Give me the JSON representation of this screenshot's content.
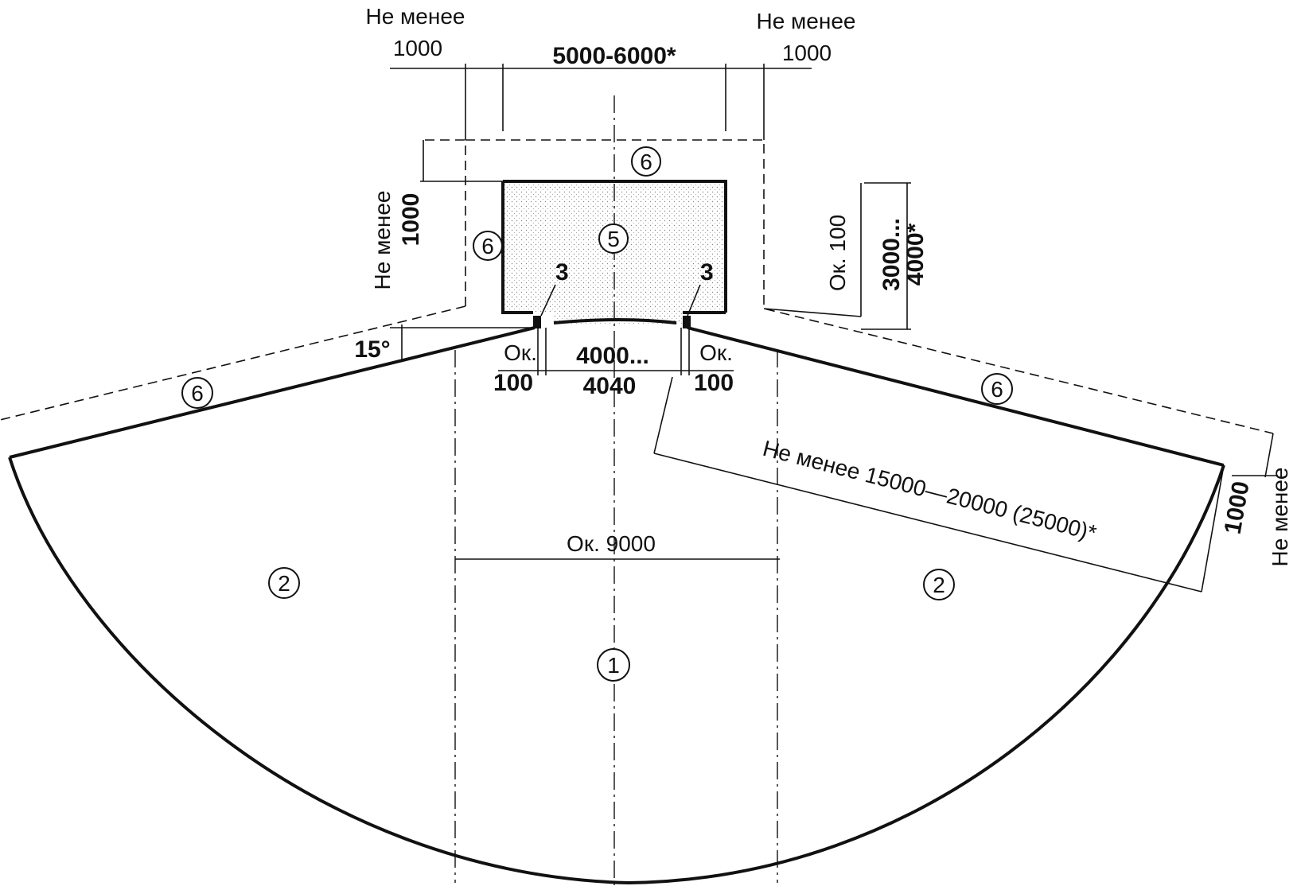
{
  "zones": {
    "throw_lane": "1",
    "sector_left": "2",
    "sector_right": "2",
    "stand_left": "3",
    "stand_right": "3",
    "runway": "5",
    "margin_top": "6",
    "margin_left": "6",
    "margin_diag_left": "6",
    "margin_diag_right": "6"
  },
  "dimensions": {
    "top_left_label": "Не менее",
    "top_left_value": "1000",
    "top_right_label": "Не менее",
    "top_right_value": "1000",
    "top_center": "5000-6000*",
    "left_side_label": "Не менее",
    "left_side_value": "1000",
    "right_ok_100": "Ок. 100",
    "right_height": "3000...",
    "right_height2": "4000*",
    "angle": "15°",
    "ok_left": "Ок.",
    "ok_left_val": "100",
    "center_width": "4000...",
    "center_width2": "4040",
    "ok_right": "Ок.",
    "ok_right_val": "100",
    "sector_length": "Не менее 15000—20000 (25000)*",
    "far_right_value": "1000",
    "far_right_label": "Не менее",
    "lane_width": "Ок. 9000"
  }
}
